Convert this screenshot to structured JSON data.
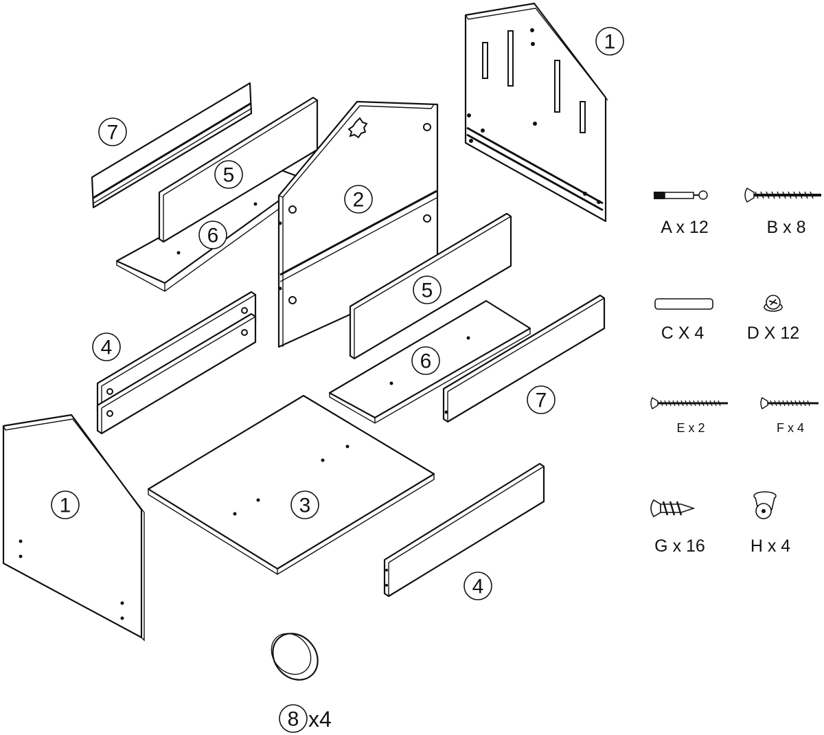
{
  "parts": {
    "p1_back": "1",
    "p1_front": "1",
    "p2": "2",
    "p3": "3",
    "p4_rails": "4",
    "p4_front": "4",
    "p5_back": "5",
    "p5_front": "5",
    "p6_back": "6",
    "p6_front": "6",
    "p7_back": "7",
    "p7_front": "7",
    "p8": "8",
    "p8_qty": "x4"
  },
  "hardware": {
    "A": "A x 12",
    "B": "B x 8",
    "C": "C X 4",
    "D": "D X 12",
    "E": "E x 2",
    "F": "F x 4",
    "G": "G x 16",
    "H": "H x 4"
  }
}
